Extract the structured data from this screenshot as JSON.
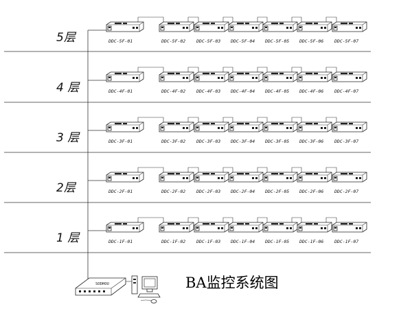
{
  "title": "BA监控系统图",
  "hub_label": "SODHOU",
  "floors": [
    {
      "label": "5层",
      "devices": [
        "DDC-5F-01",
        "DDC-5F-02",
        "DDC-5F-03",
        "DDC-5F-04",
        "DDC-5F-05",
        "DDC-5F-06",
        "DDC-5F-07"
      ]
    },
    {
      "label": "4 层",
      "devices": [
        "DDC-4F-01",
        "DDC-4F-02",
        "DDC-4F-03",
        "DDC-4F-04",
        "DDC-4F-05",
        "DDC-4F-06",
        "DDC-4F-07"
      ]
    },
    {
      "label": "3 层",
      "devices": [
        "DDC-3F-01",
        "DDC-3F-02",
        "DDC-3F-03",
        "DDC-3F-04",
        "DDC-3F-05",
        "DDC-3F-06",
        "DDC-3F-07"
      ]
    },
    {
      "label": "2层",
      "devices": [
        "DDC-2F-01",
        "DDC-2F-02",
        "DDC-2F-03",
        "DDC-2F-04",
        "DDC-2F-05",
        "DDC-2F-06",
        "DDC-2F-07"
      ]
    },
    {
      "label": "1 层",
      "devices": [
        "DDC-1F-01",
        "DDC-1F-02",
        "DDC-1F-03",
        "DDC-1F-04",
        "DDC-1F-05",
        "DDC-1F-06",
        "DDC-1F-07"
      ]
    }
  ]
}
